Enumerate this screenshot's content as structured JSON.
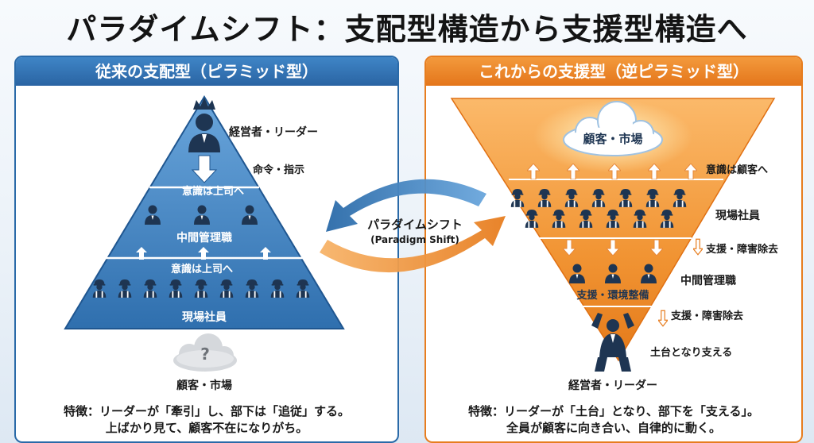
{
  "title": "パラダイムシフト：支配型構造から支援型構造へ",
  "left": {
    "header": "従来の支配型（ピラミッド型）",
    "label_leader": "経営者・リーダー",
    "label_command": "命令・指示",
    "label_awareness_1": "意識は上司へ",
    "label_middle": "中間管理職",
    "label_awareness_2": "意識は上司へ",
    "label_staff": "現場社員",
    "label_customer": "顧客・市場",
    "cloud_symbol": "?",
    "feature_line1": "特徴：リーダーが「牽引」し、部下は「追従」する。",
    "feature_line2": "上ばかり見て、顧客不在になりがち。"
  },
  "center": {
    "shift_ja": "パラダイムシフト",
    "shift_en": "(Paradigm Shift)"
  },
  "right": {
    "header": "これからの支援型（逆ピラミッド型）",
    "label_customer": "顧客・市場",
    "label_awareness": "意識は顧客へ",
    "label_staff": "現場社員",
    "label_support_1": "支援・障害除去",
    "label_middle": "中間管理職",
    "label_environment": "支援・環境整備",
    "label_support_2": "支援・障害除去",
    "label_foundation": "土台となり支える",
    "label_leader": "経営者・リーダー",
    "feature_line1": "特徴：リーダーが「土台」となり、部下を「支える」。",
    "feature_line2": "全員が顧客に向き合い、自律的に動く。"
  },
  "colors": {
    "blue": "#2a6aa8",
    "orange": "#e77d1f",
    "navy": "#1e3552"
  }
}
